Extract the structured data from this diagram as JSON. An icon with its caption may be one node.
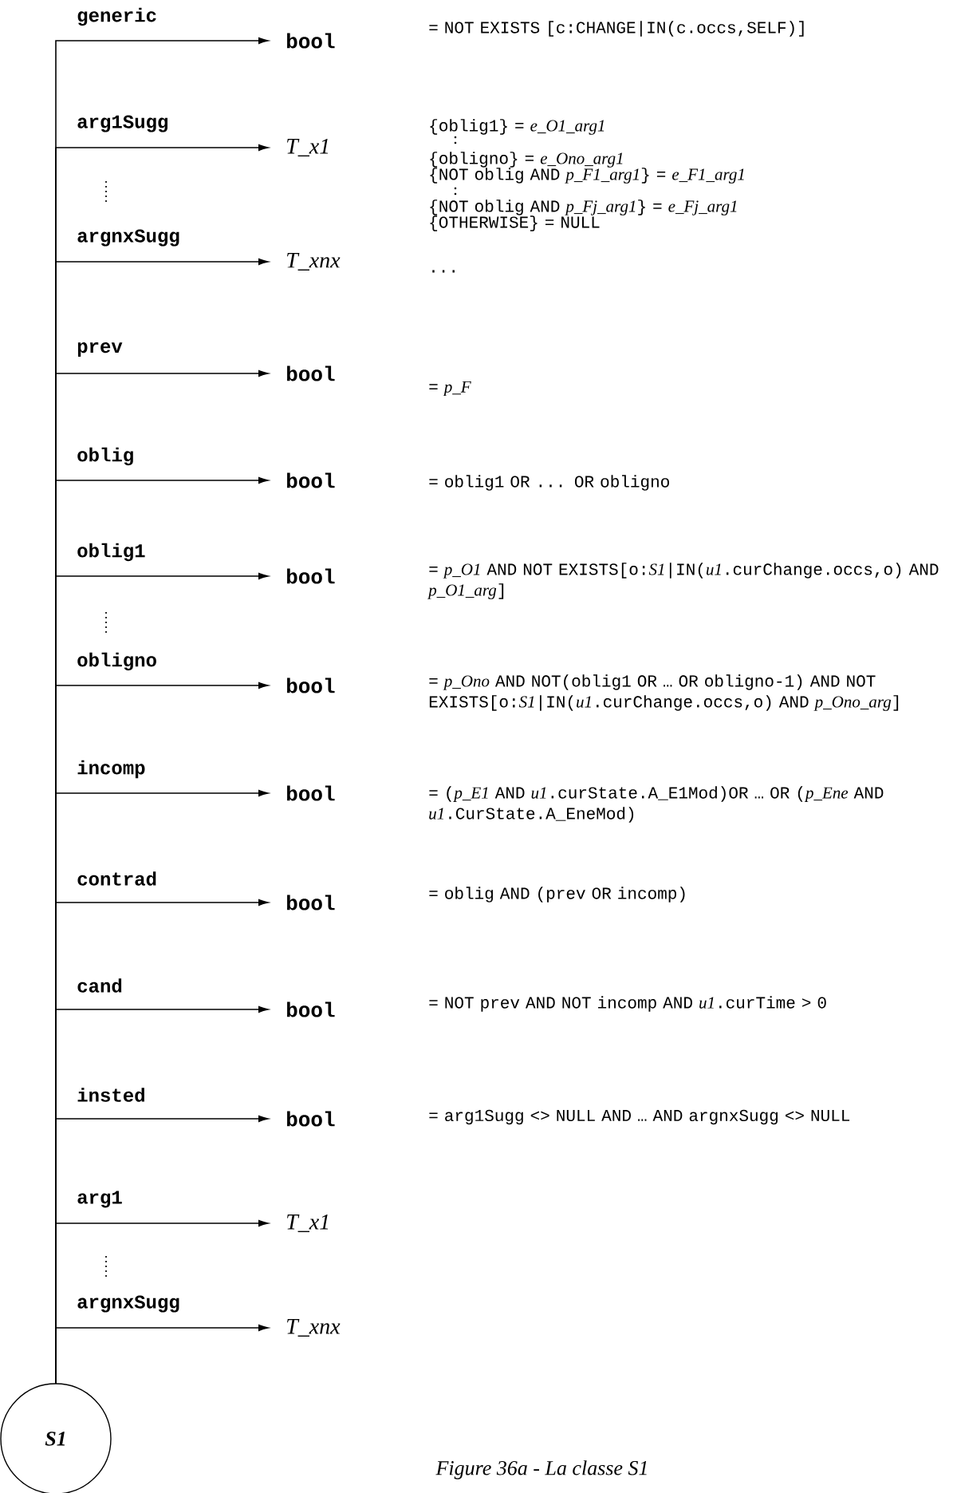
{
  "diagram": {
    "caption": "Figure 36a - La classe S1",
    "nodes": [
      {
        "text": [
          "S1"
        ]
      },
      {
        "text": [
          "bool"
        ]
      },
      {
        "text": [
          "T_x1"
        ]
      },
      {
        "text": [
          "T_xnx"
        ]
      },
      {
        "text": [
          "bool"
        ]
      },
      {
        "text": [
          "bool"
        ]
      },
      {
        "text": [
          "bool"
        ]
      },
      {
        "text": [
          "bool"
        ]
      },
      {
        "text": [
          "bool"
        ]
      },
      {
        "text": [
          "bool"
        ]
      },
      {
        "text": [
          "bool"
        ]
      },
      {
        "text": [
          "bool"
        ]
      },
      {
        "text": [
          "T_x1"
        ]
      },
      {
        "text": [
          "T_xnx"
        ]
      }
    ],
    "edges": [
      {
        "from": 0,
        "to": 1,
        "arrow": "to",
        "label": "generic"
      },
      {
        "from": 0,
        "to": 2,
        "arrow": "to",
        "label": "arg1Sugg"
      },
      {
        "from": 0,
        "to": 3,
        "arrow": "to",
        "label": "argnxSugg"
      },
      {
        "from": 0,
        "to": 4,
        "arrow": "to",
        "label": "prev"
      },
      {
        "from": 0,
        "to": 5,
        "arrow": "to",
        "label": "oblig"
      },
      {
        "from": 0,
        "to": 6,
        "arrow": "to",
        "label": "oblig1"
      },
      {
        "from": 0,
        "to": 7,
        "arrow": "to",
        "label": "obligno"
      },
      {
        "from": 0,
        "to": 8,
        "arrow": "to",
        "label": "incomp"
      },
      {
        "from": 0,
        "to": 9,
        "arrow": "to",
        "label": "contrad"
      },
      {
        "from": 0,
        "to": 10,
        "arrow": "to",
        "label": "cand"
      },
      {
        "from": 0,
        "to": 11,
        "arrow": "to",
        "label": "insted"
      },
      {
        "from": 0,
        "to": 12,
        "arrow": "to",
        "label": "arg1"
      },
      {
        "from": 0,
        "to": 13,
        "arrow": "to",
        "label": "argnxSugg"
      }
    ],
    "labels": [
      "= NOT EXISTS [c:CHANGE|IN(c.occs,SELF)]",
      "{oblig1} = *e_O1_arg1*",
      "{obligno} = *e_Ono_arg1*",
      "{NOT oblig AND *p_F1_arg1*} = *e_F1_arg1*",
      "{NOT oblig AND *p_Fj_arg1*} = *e_Fj_arg1*",
      "{OTHERWISE} = NULL",
      "...",
      "= *p_F*",
      "= oblig1 OR ... OR obligno",
      "= *p_O1* AND NOT EXISTS[o:*S1*|IN(*u1*.curChange.occs,o) AND *p_O1_arg*]",
      "= *p_Ono* AND NOT(oblig1 OR … OR obligno-1) AND NOT EXISTS[o:*S1*|IN(*u1*.curChange.occs,o) AND *p_Ono_arg*]",
      "= (*p_E1* AND *u1*.curState.A_E1Mod)OR … OR (*p_Ene* AND *u1*.CurState.A_EneMod)",
      "= oblig AND (prev OR incomp)",
      "= NOT prev AND NOT incomp AND *u1*.curTime > 0",
      "= arg1Sugg <> NULL AND … AND argnxSugg <> NULL"
    ]
  }
}
